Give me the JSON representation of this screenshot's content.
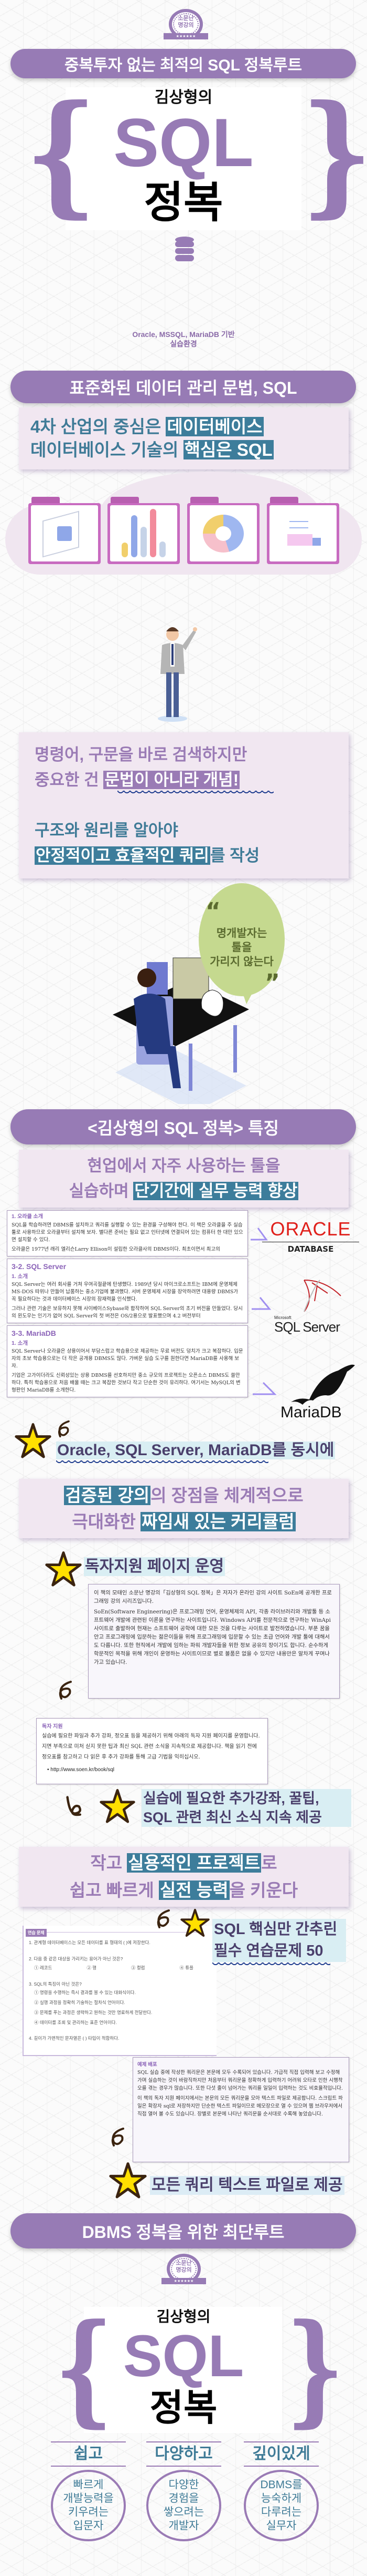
{
  "hero": {
    "badge_line1": "소문난",
    "badge_line2": "명강의",
    "badge_stars": "★★★★★★",
    "tagline": "중복투자 없는 최적의 SQL 정복루트",
    "author": "김상형의",
    "title_main": "SQL",
    "title_sub": "정복",
    "brace_open": "{",
    "brace_close": "}",
    "env_line1": "Oracle, MSSQL, MariaDB 기반",
    "env_line2": "실습환경"
  },
  "section1": {
    "pill": "표준화된 데이터 관리 문법, SQL",
    "line1_plain": "4차 산업의 중심은 ",
    "line1_hl": "데이터베이스",
    "line2_plain": "데이터베이스 기술의 ",
    "line2_hl": "핵심은 SQL"
  },
  "section2": {
    "line1": "명령어, 구문을 바로 검색하지만",
    "line2_plain": "중요한 건 ",
    "line2_hl": "문법이 아니라 개념!",
    "line3": "구조와 원리를 알아야",
    "line4_hl": "안정적이고 효율적인 쿼리",
    "line4_plain": "를 작성",
    "quote_open": "“",
    "quote_close": "”",
    "bubble": [
      "명개발자는",
      "툴을",
      "가리지 않는다"
    ]
  },
  "features": {
    "pill": "<김상형의 SQL 정복> 특징",
    "line1": "현업에서 자주 사용하는 툴을",
    "line2_plain": "실습하며 ",
    "line2_hl": "단기간에 실무 능력 향상",
    "tools_caption": "Oracle, SQL Server, MariaDB를 동시에"
  },
  "logos": {
    "oracle": "ORACLE",
    "oracle_sub": "DATABASE",
    "mssql_top": "Microsoft",
    "mssql": "SQL Server",
    "mariadb": "MariaDB"
  },
  "docs": {
    "oracle": {
      "title": "1. 오라클 소개",
      "paras": [
        "SQL을 학습하려면 DBMS를 설치하고 쿼리를 실행할 수 있는 환경을 구성해야 한다. 이 책은 오라클을 주 실습툴로 사용하므로 오라클부터 설치해 보자. 별다른 준비는 필요 없고 인터넷에 연결되어 있는 컴퓨터 한 대만 있으면 설치할 수 있다.",
        "오라클은 1977년 래리 엘리슨Larry Ellison이 설립한 오라클사의 DBMS이다. 최초이면서 최고의"
      ]
    },
    "sqlserver": {
      "chapter": "3-2. SQL Server",
      "title": "1. 소개",
      "paras": [
        "SQL Server는 여러 회사를 거쳐 우여곡절끝에 탄생했다. 1989년 당시 마이크로소프트는 IBM에 운영체제MS-DOS 따위나 만들어 납품하는 중소기업에 불과했다. 서버 운영체제 시장을 장악하려면 대용량 DBMS가 꼭 필요하다는 것과 데이터베이스 시장의 잠재력을 인식했다.",
        "그러나 관련 기술은 보유하지 못해 사이베이스Sybase와 합작하여 SQL Server의 초기 버전을 만들었다. 당시의 윈도우는 인기가 없어 SQL Server의 첫 버전은 OS/2용으로 발표했으며 4.2 버전부터"
      ]
    },
    "mariadb": {
      "chapter": "3-3. MariaDB",
      "title": "1. 소개",
      "paras": [
        "SQL Server나 오라클은 상용이어서 부담스럽고 학습용으로 제공하는 무료 버전도 덩치가 크고 복잡하다. 입문자의 초보 학습용으로는 더 작은 공개용 DBMS도 많다. 가벼운 실습 도구를 원한다면 MariaDB를 사용해 보자.",
        "기업은 고가이더라도 신뢰성있는 상용 DBMS를 선호하지만 중소 규모의 프로젝트는 오픈소스 DBMS도 쓸만하다. 특히 학습용으로 처음 배울 때는 크고 복잡한 것보다 작고 단순한 것이 유리하다. 여기서는 MySQL의 변형판인 MariaDB를 소개한다."
      ]
    },
    "soen": {
      "paras": [
        "이 책의 모태인 소문난 명강의「김상형의 SQL 정복」은 저자가 온라인 강의 사이트 SoEn에 공개한 프로그래밍 강의 시리즈입니다.",
        "SoEn(Software Engineering)은 프로그래밍 언어, 운영체제의 API, 각종 라이브러리와 개발툴 등 소프트웨어 개발에 관련된 이론을 연구하는 사이트입니다. Windows API를 전문적으로 연구하는 WinApi 사이트로 출발하여 현재는 소프트웨어 공학에 대한 모든 것을 다루는 사이트로 발전하였습니다. 부푼 꿈을 안고 프로그래밍에 입문하는 젊은이들을 위해 프로그래밍에 입문할 수 있는 초급 언어와 개발 툴에 대해서도 다룹니다. 또한 현직에서 개발에 임하는 파워 개발자들을 위한 정보 공유의 장이기도 합니다. 순수하게 학문적인 목적을 위해 개인이 운영하는 사이트이므로 별로 볼품은 없을 수 있지만 내용만은 알차게 꾸며나가고 있습니다."
      ]
    },
    "support": {
      "title": "독자 지원",
      "paras": [
        "실습에 필요한 파일과 추가 강좌, 정오표 등을 제공하기 위해 아래의 독자 지원 페이지를 운영합니다. 지면 부족으로 미처 싣지 못한 팁과 최신 SQL 관련 소식을 지속적으로 제공합니다. 책을 읽기 전에 정오표를 참고하고 다 읽은 후 추가 강좌를 통해 고급 기법을 익히십시오."
      ],
      "link": "http://www.soen.kr/book/sql"
    },
    "examples": {
      "title": "예제 배포",
      "paras": [
        "SQL 실습 중에 작성한 쿼리문은 본문에 모두 수록되어 있습니다. 가급적 직접 입력해 보고 수정해 가며 실습하는 것이 바람직하지만 처음부터 쿼리문을 정확하게 입력하기 어려워 오타로 인한 시행착오를 겪는 경우가 많습니다. 또한 다섯 줄이 넘어가는 쿼리를 일일이 입력하는 것도 비효율적입니다.",
        "이 책의 독자 지원 페이지에서는 본문의 모든 쿼리문을 모아 텍스트 파일로 제공합니다. 스크립트 파일은 확장자 sql로 저장하지만 단순한 텍스트 파일이므로 메모장으로 열 수 있으며 웹 브라우저에서 직접 열어 볼 수도 있습니다. 장별로 본문에 나타난 쿼리문을 순서대로 수록해 놓았습니다."
      ]
    }
  },
  "curriculum": {
    "line1_hl": "검증된 강의",
    "line1_plain": "의 장점을 체계적으로",
    "line2_plain": "극대화한 ",
    "line2_hl": "짜임새 있는 커리큘럼",
    "support_caption": "독자지원 페이지 운영",
    "extras_line1": "실습에 필요한 추가강좌, 꿀팁,",
    "extras_line2": "SQL 관련 최신 소식 지속 제공"
  },
  "projects": {
    "line1_plain_a": "작고 ",
    "line1_hl": "실용적인 프로젝트",
    "line1_plain_b": "로",
    "line2_plain_a": "쉽고 빠르게 ",
    "line2_hl": "실전 능력",
    "line2_plain_b": "을 키운다",
    "exercise_line1": "SQL 핵심만 간추린",
    "exercise_line2": "필수 연습문제 50",
    "files_caption": "모든 쿼리 텍스트 파일로 제공"
  },
  "practice": {
    "header": "연습 문제",
    "q1": "1. 관계형 데이터베이스는 모든 데이터를 표 형태의 (                    )에 저장한다.",
    "q2": "2. 다음 중 같은 대상을 가리키는 용어가 아닌 것은?",
    "q2_options": [
      "① 레코드",
      "② 행",
      "③ 컬럼",
      "④ 튜플"
    ],
    "q3": "3. SQL의 특징이 아닌 것은?",
    "q3_options": [
      "① 명령을 수행하는 즉시 결과를 볼 수 있는 대화식이다.",
      "② 실행 과정을 정확히 기술하는 절차식 언어이다.",
      "③ 문제를 푸는 과정은 생략하고 원하는 것만 명료하게 전달한다.",
      "④ 데이터를 조회 및 관리하는 표준 언어이다."
    ],
    "q4": "4. 길이가 가변적인 문자열은 (                    ) 타입이 적합하다."
  },
  "closing": {
    "pill": "DBMS 정복을 위한 최단루트",
    "columns": [
      {
        "title": "쉽고",
        "lines": [
          "빠르게",
          "개발능력을",
          "키우려는",
          "입문자"
        ]
      },
      {
        "title": "다양하고",
        "lines": [
          "다양한",
          "경험을",
          "쌓으려는",
          "개발자"
        ]
      },
      {
        "title": "깊이있게",
        "lines": [
          "DBMS를",
          "능숙하게",
          "다루려는",
          "실무자"
        ]
      }
    ]
  },
  "colors": {
    "accent": "#977bb5",
    "highlight": "#3d7d9b",
    "panel": "#f1e7f1",
    "oracle_red": "#e0201b",
    "bubble": "#c5d98f"
  }
}
